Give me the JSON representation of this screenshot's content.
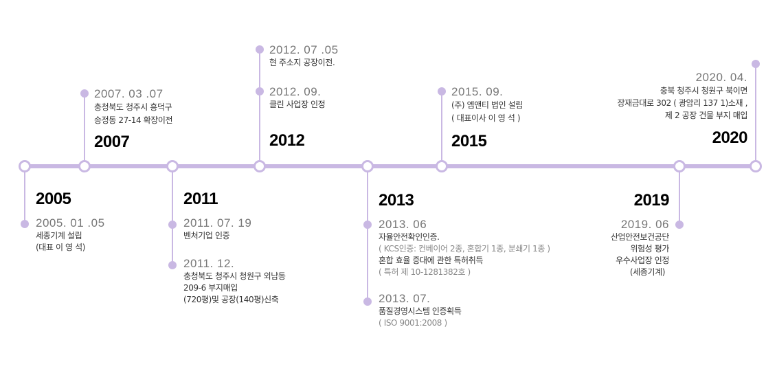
{
  "accent_color": "#c9b8e3",
  "events": {
    "y2005": {
      "year": "2005",
      "items": [
        {
          "date": "2005. 01 .05",
          "lines": [
            "세종기계 설립",
            "(대표 이 영 석)"
          ]
        }
      ]
    },
    "y2007": {
      "year": "2007",
      "items": [
        {
          "date": "2007. 03 .07",
          "lines": [
            "충청북도 청주시 흥덕구",
            "송정동 27-14 확장이전"
          ]
        }
      ]
    },
    "y2011": {
      "year": "2011",
      "items": [
        {
          "date": "2011. 07. 19",
          "lines": [
            "벤처기업 인증"
          ]
        },
        {
          "date": "2011. 12.",
          "lines": [
            "충청북도 청주시 청원구 외남동",
            "209-6 부지매입",
            "(720평)및 공장(140평)신축"
          ]
        }
      ]
    },
    "y2012": {
      "year": "2012",
      "items": [
        {
          "date": "2012. 07 .05",
          "lines": [
            "현 주소지 공장이전."
          ]
        },
        {
          "date": "2012. 09.",
          "lines": [
            "클린 사업장 인정"
          ]
        }
      ]
    },
    "y2013": {
      "year": "2013",
      "items": [
        {
          "date": "2013. 06",
          "lines": [
            "자율안전확인인증.",
            "( KCS인증: 컨베이어 2종, 혼합기 1종, 분쇄기 1종 )",
            "혼합 효율 증대에 관한 특허취득",
            "( 특허 제 10-1281382호 )"
          ]
        },
        {
          "date": "2013. 07.",
          "lines": [
            "품질경영시스템 인증획득",
            "( ISO 9001:2008 )"
          ]
        }
      ]
    },
    "y2015": {
      "year": "2015",
      "items": [
        {
          "date": "2015. 09.",
          "lines": [
            "(주) 엠앤티 법인 설립",
            "( 대표이사 이 영 석 )"
          ]
        }
      ]
    },
    "y2019": {
      "year": "2019",
      "items": [
        {
          "date": "2019. 06",
          "lines": [
            "산업안전보건공단",
            "위험성 평가",
            "우수사업장 인정",
            "(세종기계)"
          ]
        }
      ]
    },
    "y2020": {
      "year": "2020",
      "items": [
        {
          "date": "2020. 04.",
          "lines": [
            "충북 청주시 청원구 북이면",
            "장재금대로 302 ( 광암리 137 1)소재 ,",
            "제 2 공장 건물 부지 매입"
          ]
        }
      ]
    }
  }
}
